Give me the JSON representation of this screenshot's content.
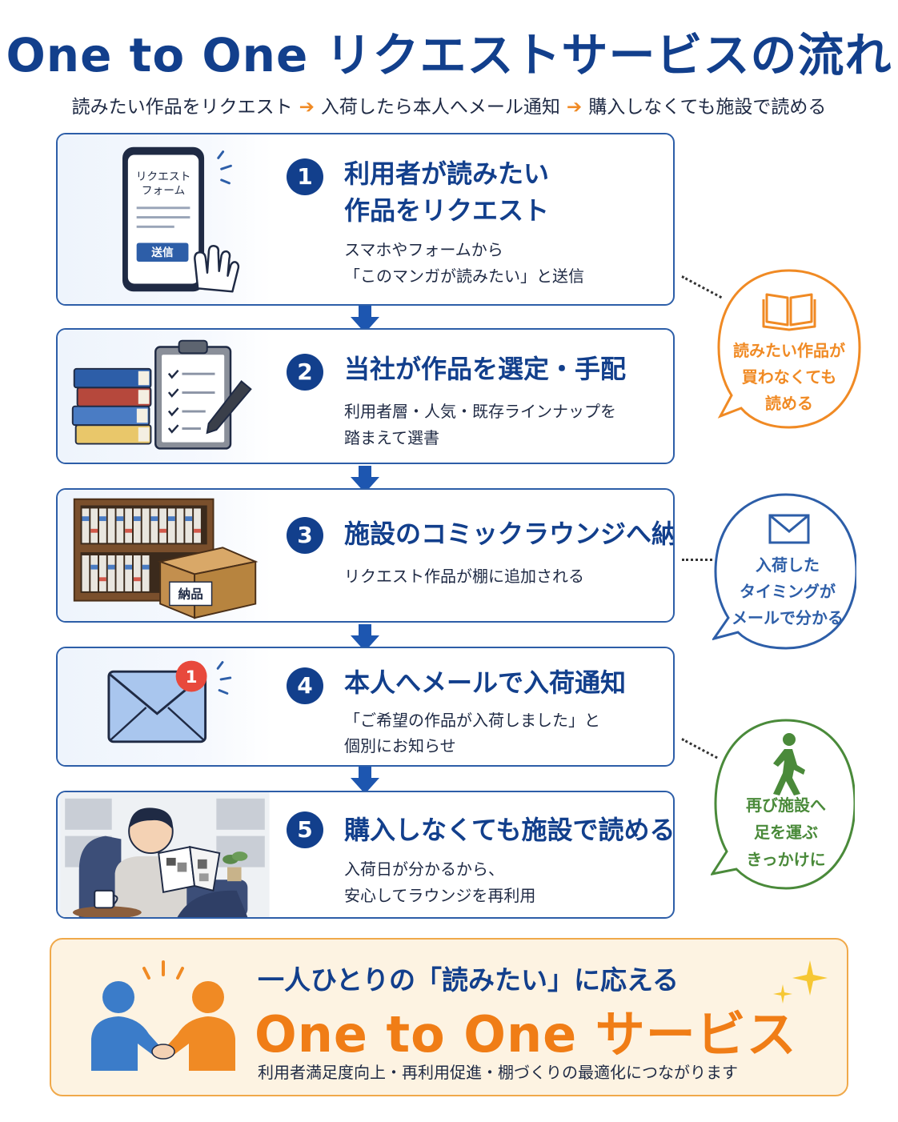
{
  "header": {
    "title": "One to One リクエストサービスの流れ",
    "sub_1": "読みたい作品をリクエスト",
    "sub_2": "入荷したら本人へメール通知",
    "sub_3": "購入しなくても施設で読める",
    "arrow": "➔"
  },
  "steps": [
    {
      "number": "1",
      "title_1": "利用者が読みたい",
      "title_2": "作品をリクエスト",
      "desc_1": "スマホやフォームから",
      "desc_2": "「このマンガが読みたい」と送信",
      "illus": {
        "form_label_1": "リクエスト",
        "form_label_2": "フォーム",
        "button": "送信"
      }
    },
    {
      "number": "2",
      "title_1": "当社が作品を選定・手配",
      "desc_1": "利用者層・人気・既存ラインナップを",
      "desc_2": "踏まえて選書"
    },
    {
      "number": "3",
      "title_1": "施設のコミックラウンジへ納品",
      "desc_1": "リクエスト作品が棚に追加される",
      "illus": {
        "box_label": "納品"
      }
    },
    {
      "number": "4",
      "title_1": "本人へメールで入荷通知",
      "desc_1": "「ご希望の作品が入荷しました」と",
      "desc_2": "個別にお知らせ",
      "illus": {
        "badge": "1"
      }
    },
    {
      "number": "5",
      "title_1": "購入しなくても施設で読める",
      "desc_1": "入荷日が分かるから、",
      "desc_2": "安心してラウンジを再利用"
    }
  ],
  "bubbles": [
    {
      "icon": "book-icon",
      "color": "#f08a24",
      "line_1": "読みたい作品が",
      "line_2": "買わなくても",
      "line_3": "読める"
    },
    {
      "icon": "envelope-icon",
      "color": "#2d5ea8",
      "line_1": "入荷した",
      "line_2": "タイミングが",
      "line_3": "メールで分かる"
    },
    {
      "icon": "walking-person-icon",
      "color": "#4a8a3a",
      "line_1": "再び施設へ",
      "line_2": "足を運ぶ",
      "line_3": "きっかけに"
    }
  ],
  "summary": {
    "line_1": "一人ひとりの「読みたい」に応える",
    "line_2": "One to One サービス",
    "line_3": "利用者満足度向上・再利用促進・棚づくりの最適化につながります"
  },
  "colors": {
    "navy": "#123f8c",
    "blue": "#2d5ea8",
    "orange": "#f08a24",
    "green": "#4a8a3a"
  }
}
